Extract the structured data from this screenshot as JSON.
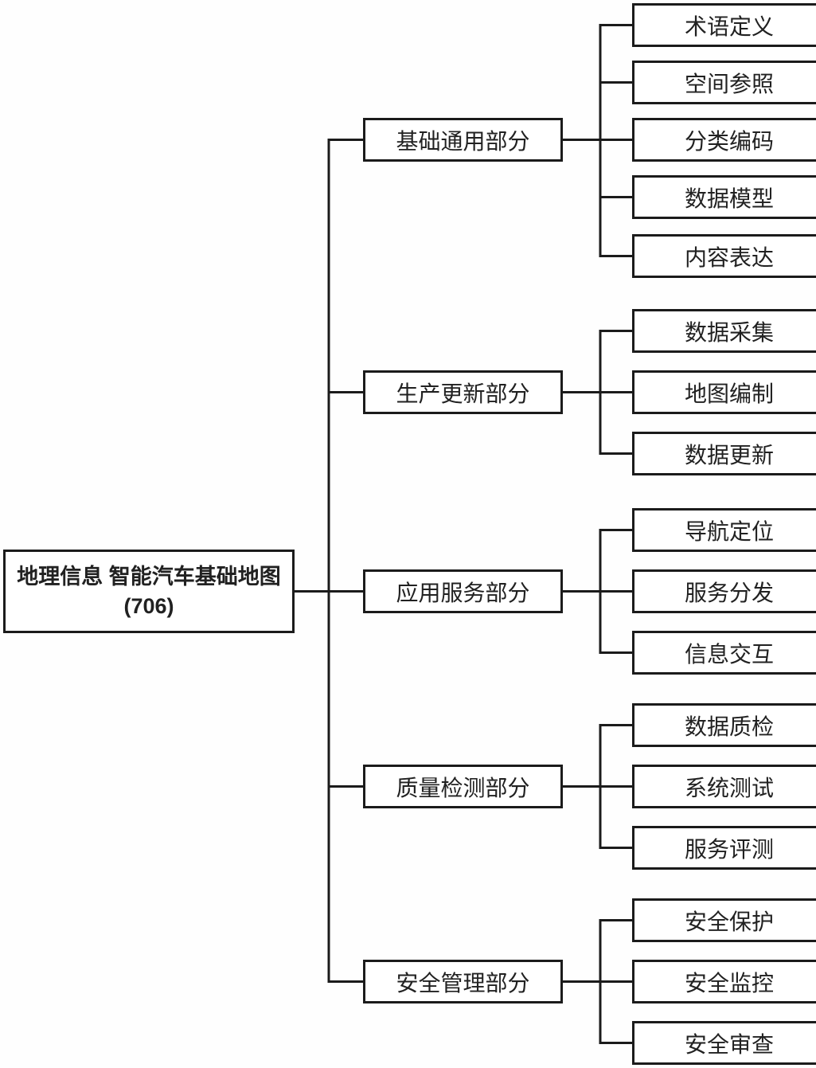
{
  "diagram": {
    "root": {
      "label": "地理信息 智能汽车基础地图",
      "code": "(706)"
    },
    "branches": [
      {
        "label": "基础通用部分",
        "children": [
          "术语定义",
          "空间参照",
          "分类编码",
          "数据模型",
          "内容表达"
        ]
      },
      {
        "label": "生产更新部分",
        "children": [
          "数据采集",
          "地图编制",
          "数据更新"
        ]
      },
      {
        "label": "应用服务部分",
        "children": [
          "导航定位",
          "服务分发",
          "信息交互"
        ]
      },
      {
        "label": "质量检测部分",
        "children": [
          "数据质检",
          "系统测试",
          "服务评测"
        ]
      },
      {
        "label": "安全管理部分",
        "children": [
          "安全保护",
          "安全监控",
          "安全审查"
        ]
      }
    ],
    "colors": {
      "line": "#1b1b1b",
      "text": "#212121",
      "box_bg": "#ffffff",
      "page_bg": "#fefefe"
    }
  }
}
